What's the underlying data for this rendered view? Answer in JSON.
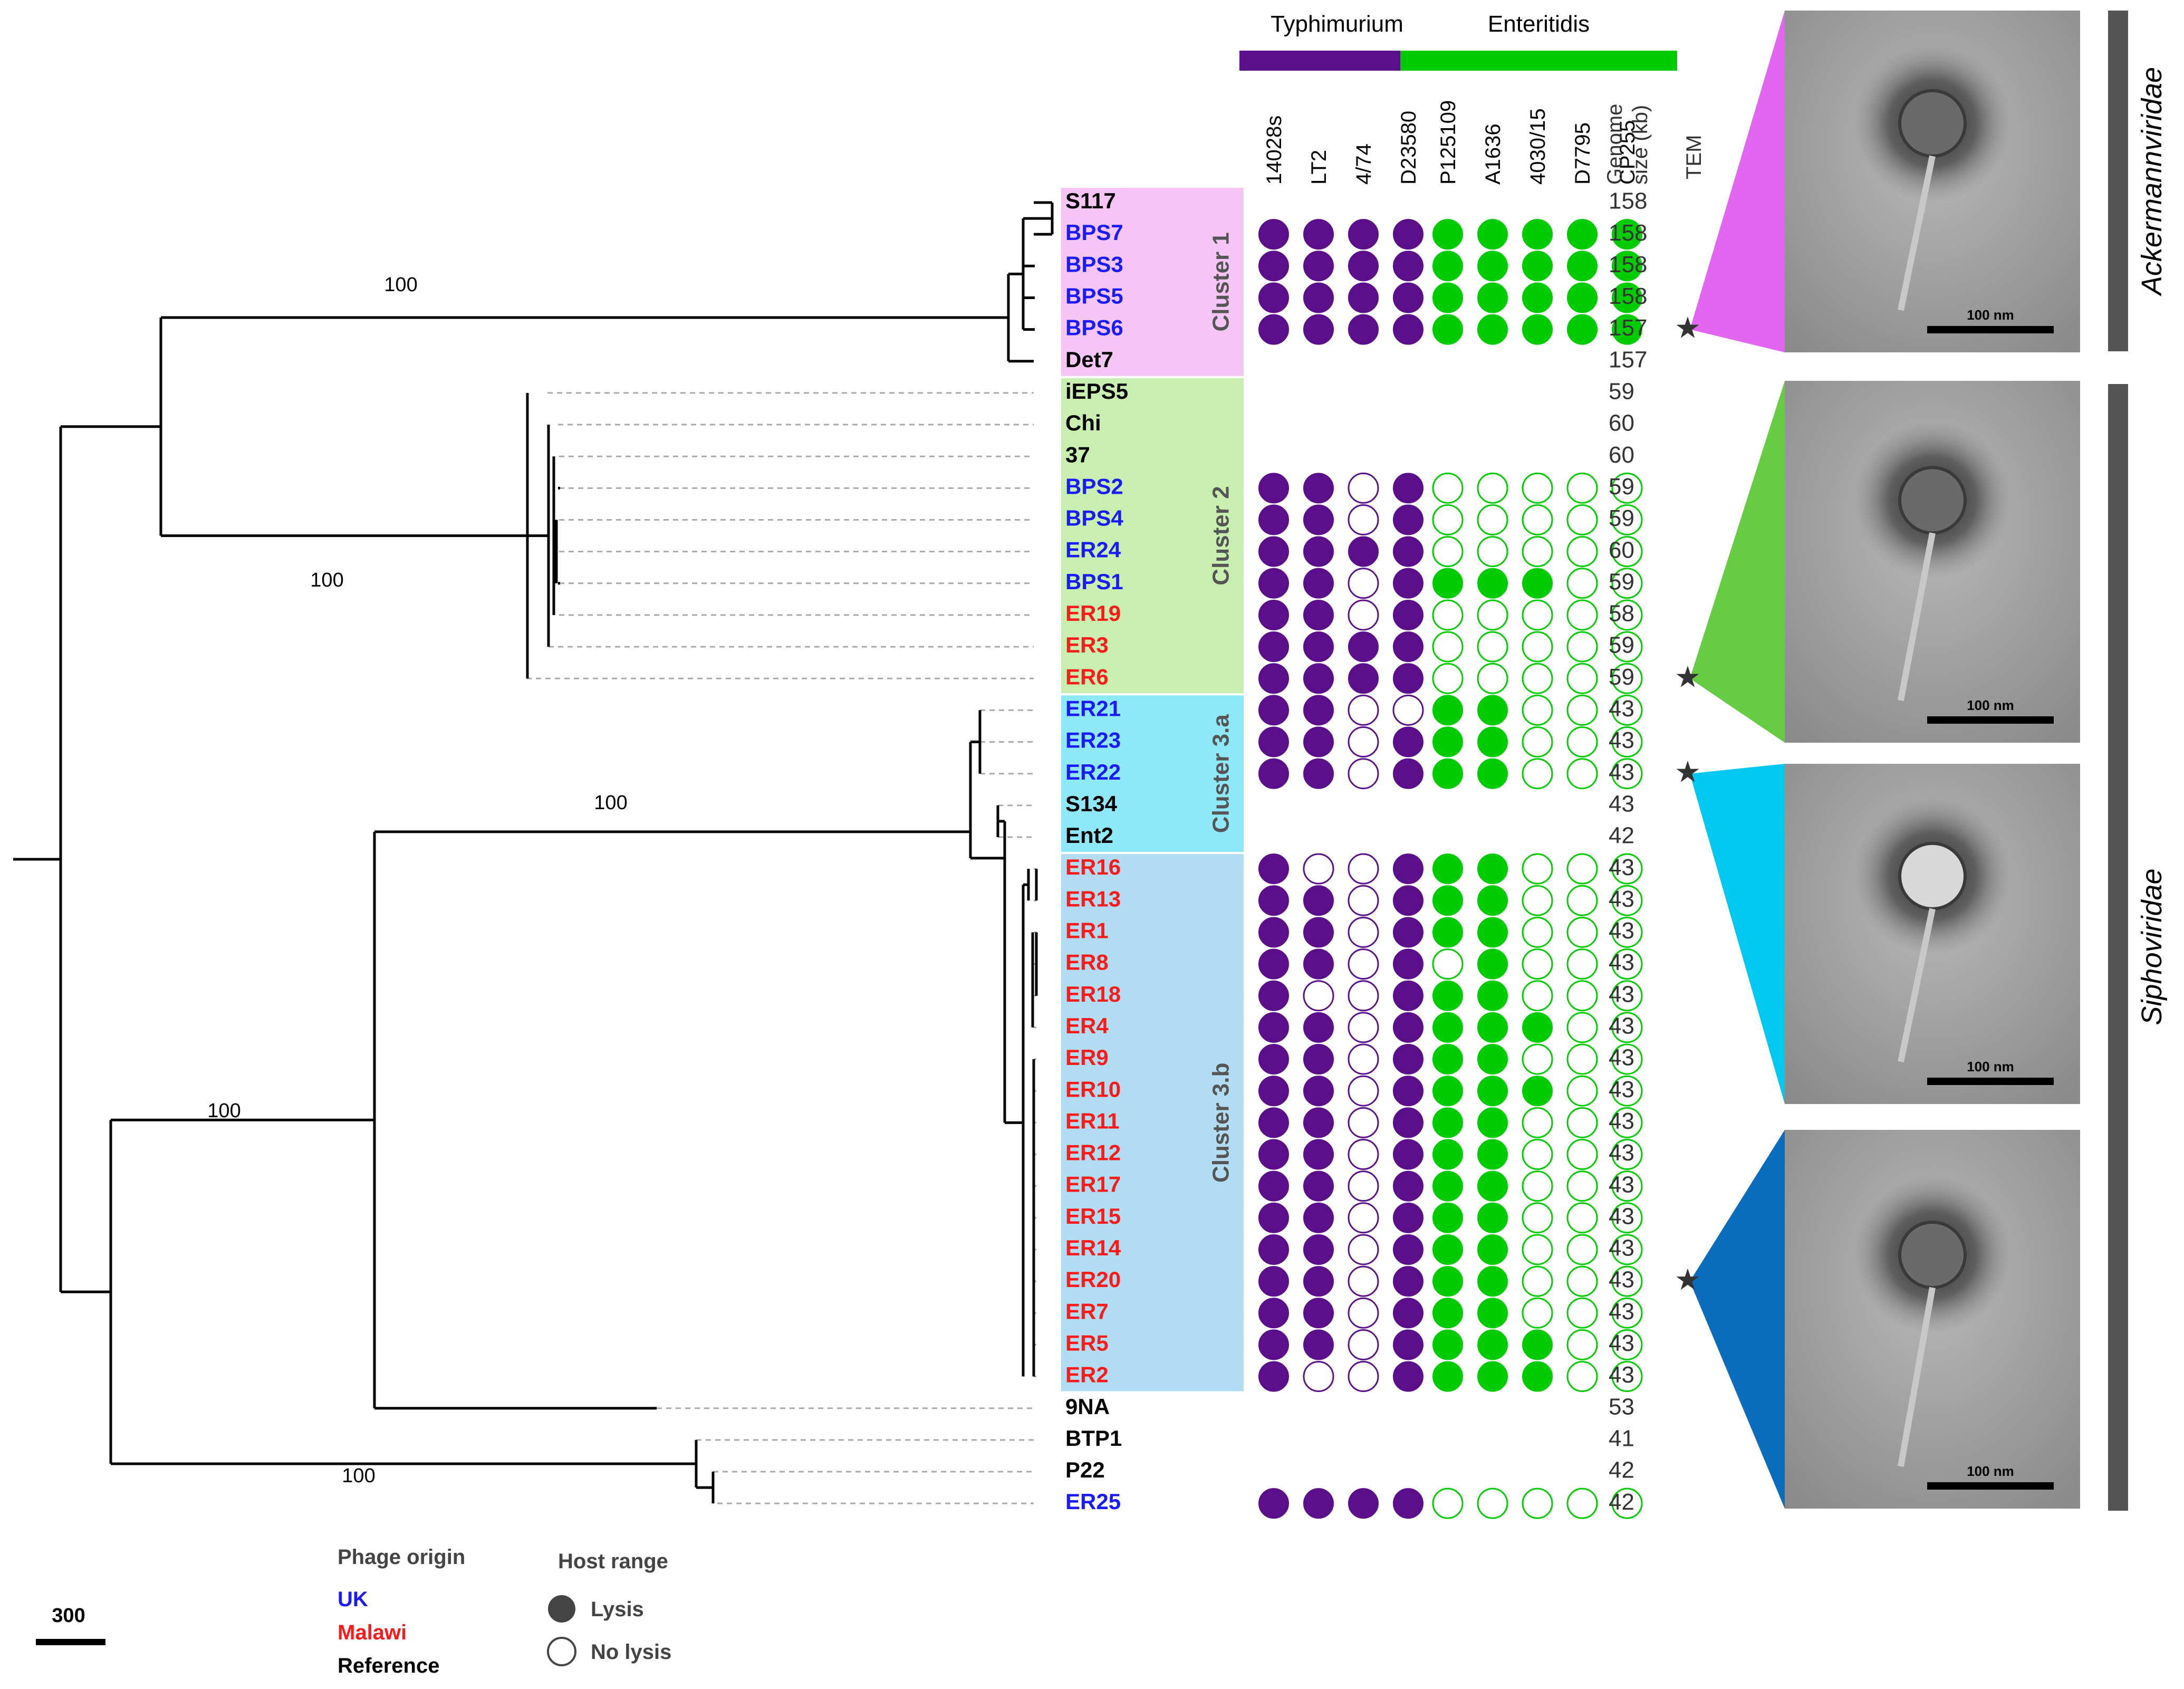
{
  "groups": [
    {
      "name": "Typhimurium",
      "color": "#5b0f8b"
    },
    {
      "name": "Enteritidis",
      "color": "#00cc00"
    }
  ],
  "strains": [
    "14028s",
    "LT2",
    "4/74",
    "D23580",
    "P125109",
    "A1636",
    "4030/15",
    "D7795",
    "CP255"
  ],
  "genome_header": [
    "Genome",
    "size (kb)"
  ],
  "tem_header": "TEM",
  "origin_colors": {
    "uk": "#1a1aff",
    "malawi": "#ff1a1a",
    "reference": "#000000"
  },
  "phages": [
    {
      "name": "S117",
      "origin": "reference",
      "genome": "158",
      "lysis": null
    },
    {
      "name": "BPS7",
      "origin": "uk",
      "genome": "158",
      "lysis": [
        1,
        1,
        1,
        1,
        1,
        1,
        1,
        1,
        1
      ]
    },
    {
      "name": "BPS3",
      "origin": "uk",
      "genome": "158",
      "lysis": [
        1,
        1,
        1,
        1,
        1,
        1,
        1,
        1,
        1
      ]
    },
    {
      "name": "BPS5",
      "origin": "uk",
      "genome": "158",
      "lysis": [
        1,
        1,
        1,
        1,
        1,
        1,
        1,
        1,
        1
      ]
    },
    {
      "name": "BPS6",
      "origin": "uk",
      "genome": "157",
      "lysis": [
        1,
        1,
        1,
        1,
        1,
        1,
        1,
        1,
        1
      ]
    },
    {
      "name": "Det7",
      "origin": "reference",
      "genome": "157",
      "lysis": null
    },
    {
      "name": "iEPS5",
      "origin": "reference",
      "genome": "59",
      "lysis": null
    },
    {
      "name": "Chi",
      "origin": "reference",
      "genome": "60",
      "lysis": null
    },
    {
      "name": "37",
      "origin": "reference",
      "genome": "60",
      "lysis": null
    },
    {
      "name": "BPS2",
      "origin": "uk",
      "genome": "59",
      "lysis": [
        1,
        1,
        0,
        1,
        0,
        0,
        0,
        0,
        0
      ]
    },
    {
      "name": "BPS4",
      "origin": "uk",
      "genome": "59",
      "lysis": [
        1,
        1,
        0,
        1,
        0,
        0,
        0,
        0,
        0
      ]
    },
    {
      "name": "ER24",
      "origin": "uk",
      "genome": "60",
      "lysis": [
        1,
        1,
        1,
        1,
        0,
        0,
        0,
        0,
        0
      ]
    },
    {
      "name": "BPS1",
      "origin": "uk",
      "genome": "59",
      "lysis": [
        1,
        1,
        0,
        1,
        1,
        1,
        1,
        0,
        0
      ]
    },
    {
      "name": "ER19",
      "origin": "malawi",
      "genome": "58",
      "lysis": [
        1,
        1,
        0,
        1,
        0,
        0,
        0,
        0,
        0
      ]
    },
    {
      "name": "ER3",
      "origin": "malawi",
      "genome": "59",
      "lysis": [
        1,
        1,
        1,
        1,
        0,
        0,
        0,
        0,
        0
      ]
    },
    {
      "name": "ER6",
      "origin": "malawi",
      "genome": "59",
      "lysis": [
        1,
        1,
        1,
        1,
        0,
        0,
        0,
        0,
        0
      ]
    },
    {
      "name": "ER21",
      "origin": "uk",
      "genome": "43",
      "lysis": [
        1,
        1,
        0,
        0,
        1,
        1,
        0,
        0,
        0
      ]
    },
    {
      "name": "ER23",
      "origin": "uk",
      "genome": "43",
      "lysis": [
        1,
        1,
        0,
        1,
        1,
        1,
        0,
        0,
        0
      ]
    },
    {
      "name": "ER22",
      "origin": "uk",
      "genome": "43",
      "lysis": [
        1,
        1,
        0,
        1,
        1,
        1,
        0,
        0,
        0
      ]
    },
    {
      "name": "S134",
      "origin": "reference",
      "genome": "43",
      "lysis": null
    },
    {
      "name": "Ent2",
      "origin": "reference",
      "genome": "42",
      "lysis": null
    },
    {
      "name": "ER16",
      "origin": "malawi",
      "genome": "43",
      "lysis": [
        1,
        0,
        0,
        1,
        1,
        1,
        0,
        0,
        0
      ]
    },
    {
      "name": "ER13",
      "origin": "malawi",
      "genome": "43",
      "lysis": [
        1,
        1,
        0,
        1,
        1,
        1,
        0,
        0,
        0
      ]
    },
    {
      "name": "ER1",
      "origin": "malawi",
      "genome": "43",
      "lysis": [
        1,
        1,
        0,
        1,
        1,
        1,
        0,
        0,
        0
      ]
    },
    {
      "name": "ER8",
      "origin": "malawi",
      "genome": "43",
      "lysis": [
        1,
        1,
        0,
        1,
        0,
        1,
        0,
        0,
        0
      ]
    },
    {
      "name": "ER18",
      "origin": "malawi",
      "genome": "43",
      "lysis": [
        1,
        0,
        0,
        1,
        1,
        1,
        0,
        0,
        0
      ]
    },
    {
      "name": "ER4",
      "origin": "malawi",
      "genome": "43",
      "lysis": [
        1,
        1,
        0,
        1,
        1,
        1,
        1,
        0,
        0
      ]
    },
    {
      "name": "ER9",
      "origin": "malawi",
      "genome": "43",
      "lysis": [
        1,
        1,
        0,
        1,
        1,
        1,
        0,
        0,
        0
      ]
    },
    {
      "name": "ER10",
      "origin": "malawi",
      "genome": "43",
      "lysis": [
        1,
        1,
        0,
        1,
        1,
        1,
        1,
        0,
        0
      ]
    },
    {
      "name": "ER11",
      "origin": "malawi",
      "genome": "43",
      "lysis": [
        1,
        1,
        0,
        1,
        1,
        1,
        0,
        0,
        0
      ]
    },
    {
      "name": "ER12",
      "origin": "malawi",
      "genome": "43",
      "lysis": [
        1,
        1,
        0,
        1,
        1,
        1,
        0,
        0,
        0
      ]
    },
    {
      "name": "ER17",
      "origin": "malawi",
      "genome": "43",
      "lysis": [
        1,
        1,
        0,
        1,
        1,
        1,
        0,
        0,
        0
      ]
    },
    {
      "name": "ER15",
      "origin": "malawi",
      "genome": "43",
      "lysis": [
        1,
        1,
        0,
        1,
        1,
        1,
        0,
        0,
        0
      ]
    },
    {
      "name": "ER14",
      "origin": "malawi",
      "genome": "43",
      "lysis": [
        1,
        1,
        0,
        1,
        1,
        1,
        0,
        0,
        0
      ]
    },
    {
      "name": "ER20",
      "origin": "malawi",
      "genome": "43",
      "lysis": [
        1,
        1,
        0,
        1,
        1,
        1,
        0,
        0,
        0
      ]
    },
    {
      "name": "ER7",
      "origin": "malawi",
      "genome": "43",
      "lysis": [
        1,
        1,
        0,
        1,
        1,
        1,
        0,
        0,
        0
      ]
    },
    {
      "name": "ER5",
      "origin": "malawi",
      "genome": "43",
      "lysis": [
        1,
        1,
        0,
        1,
        1,
        1,
        1,
        0,
        0
      ]
    },
    {
      "name": "ER2",
      "origin": "malawi",
      "genome": "43",
      "lysis": [
        1,
        0,
        0,
        1,
        1,
        1,
        1,
        0,
        0
      ]
    },
    {
      "name": "9NA",
      "origin": "reference",
      "genome": "53",
      "lysis": null
    },
    {
      "name": "BTP1",
      "origin": "reference",
      "genome": "41",
      "lysis": null
    },
    {
      "name": "P22",
      "origin": "reference",
      "genome": "42",
      "lysis": null
    },
    {
      "name": "ER25",
      "origin": "uk",
      "genome": "42",
      "lysis": [
        1,
        1,
        1,
        1,
        0,
        0,
        0,
        0,
        0
      ]
    }
  ],
  "clusters": [
    {
      "label": "Cluster 1",
      "color": "#f5c6f5"
    },
    {
      "label": "Cluster 2",
      "color": "#c8eeb0"
    },
    {
      "label": "Cluster 3.a",
      "color": "#8ee8f8"
    },
    {
      "label": "Cluster 3.b",
      "color": "#b2dcf2"
    }
  ],
  "bootstrap": [
    "100",
    "100",
    "100",
    "100",
    "100"
  ],
  "scale_bar": "300",
  "families": [
    "Ackermannviridae",
    "Siphoviridae"
  ],
  "tem_images": [
    {
      "scale": "100 nm",
      "wedge_color": "#e366f0"
    },
    {
      "scale": "100 nm",
      "wedge_color": "#66cc44"
    },
    {
      "scale": "100 nm",
      "wedge_color": "#00c8f0"
    },
    {
      "scale": "100 nm",
      "wedge_color": "#0a6cbc"
    }
  ],
  "legend": {
    "origin_title": "Phage origin",
    "origin_items": [
      {
        "label": "UK",
        "color": "#1a1aff"
      },
      {
        "label": "Malawi",
        "color": "#ff1a1a"
      },
      {
        "label": "Reference",
        "color": "#000000"
      }
    ],
    "host_title": "Host range",
    "host_items": [
      "Lysis",
      "No lysis"
    ]
  }
}
